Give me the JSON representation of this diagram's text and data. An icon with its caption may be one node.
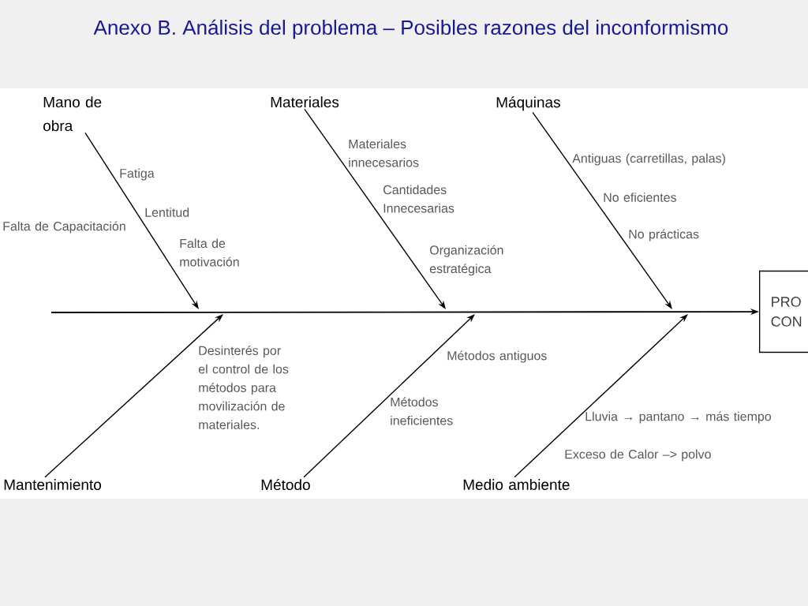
{
  "diagram": {
    "title": "Anexo B. Análisis del problema – Posibles razones del inconformismo",
    "nodes": [
      {
        "text": [
          "Mano de obra"
        ]
      },
      {
        "text": [
          "Materiales"
        ]
      },
      {
        "text": [
          "Máquinas"
        ]
      },
      {
        "text": [
          "Mantenimiento"
        ]
      },
      {
        "text": [
          "Método"
        ]
      },
      {
        "text": [
          "Medio ambiente"
        ]
      },
      {
        "text": [
          "PRO CON"
        ]
      }
    ],
    "edges": [
      {
        "from": 0,
        "to": null,
        "arrow": "to"
      },
      {
        "from": 1,
        "to": null,
        "arrow": "to"
      },
      {
        "from": 2,
        "to": null,
        "arrow": "to"
      },
      {
        "from": 3,
        "to": null,
        "arrow": "to"
      },
      {
        "from": 4,
        "to": null,
        "arrow": "to"
      },
      {
        "from": 5,
        "to": null,
        "arrow": "to"
      },
      {
        "from": null,
        "to": 6,
        "arrow": "to"
      }
    ],
    "labels": [
      "Materiales innecesarios",
      "Antiguas (carretillas, palas)",
      "Fatiga",
      "Cantidades Innecesarias",
      "No eficientes",
      "Lentitud",
      "Falta de Capacitación",
      "No prácticas",
      "Falta de motivación",
      "Organización estratégica",
      "Desinterés por el control de los métodos para movilización de materiales.",
      "Métodos antiguos",
      "Métodos ineficientes",
      "Lluvia → pantano → más tiempo",
      "Exceso de Calor –> polvo"
    ]
  }
}
